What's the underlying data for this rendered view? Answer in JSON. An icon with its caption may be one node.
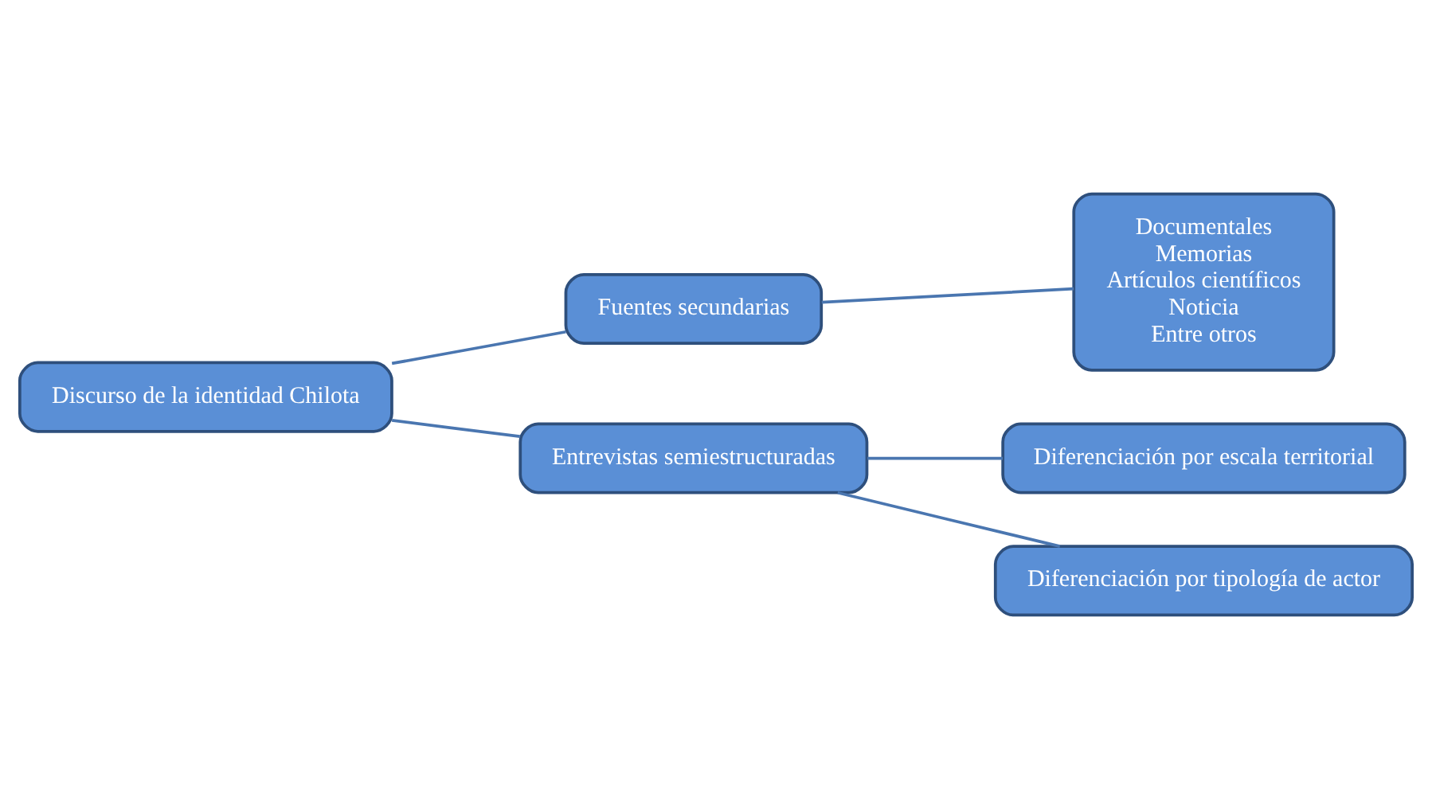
{
  "diagram": {
    "nodes": [
      {
        "text": [
          "Discurso de la identidad Chilota"
        ]
      },
      {
        "text": [
          "Fuentes secundarias"
        ]
      },
      {
        "text": [
          "Documentales",
          "Memorias",
          "Artículos científicos",
          "Noticia",
          "Entre otros"
        ]
      },
      {
        "text": [
          "Entrevistas semiestructuradas"
        ]
      },
      {
        "text": [
          "Diferenciación por escala territorial"
        ]
      },
      {
        "text": [
          "Diferenciación por tipología de actor"
        ]
      }
    ],
    "edges": [
      {
        "from": 0,
        "to": 1,
        "arrow": "none"
      },
      {
        "from": 0,
        "to": 3,
        "arrow": "none"
      },
      {
        "from": 1,
        "to": 2,
        "arrow": "none"
      },
      {
        "from": 3,
        "to": 4,
        "arrow": "none"
      },
      {
        "from": 3,
        "to": 5,
        "arrow": "none"
      }
    ]
  }
}
